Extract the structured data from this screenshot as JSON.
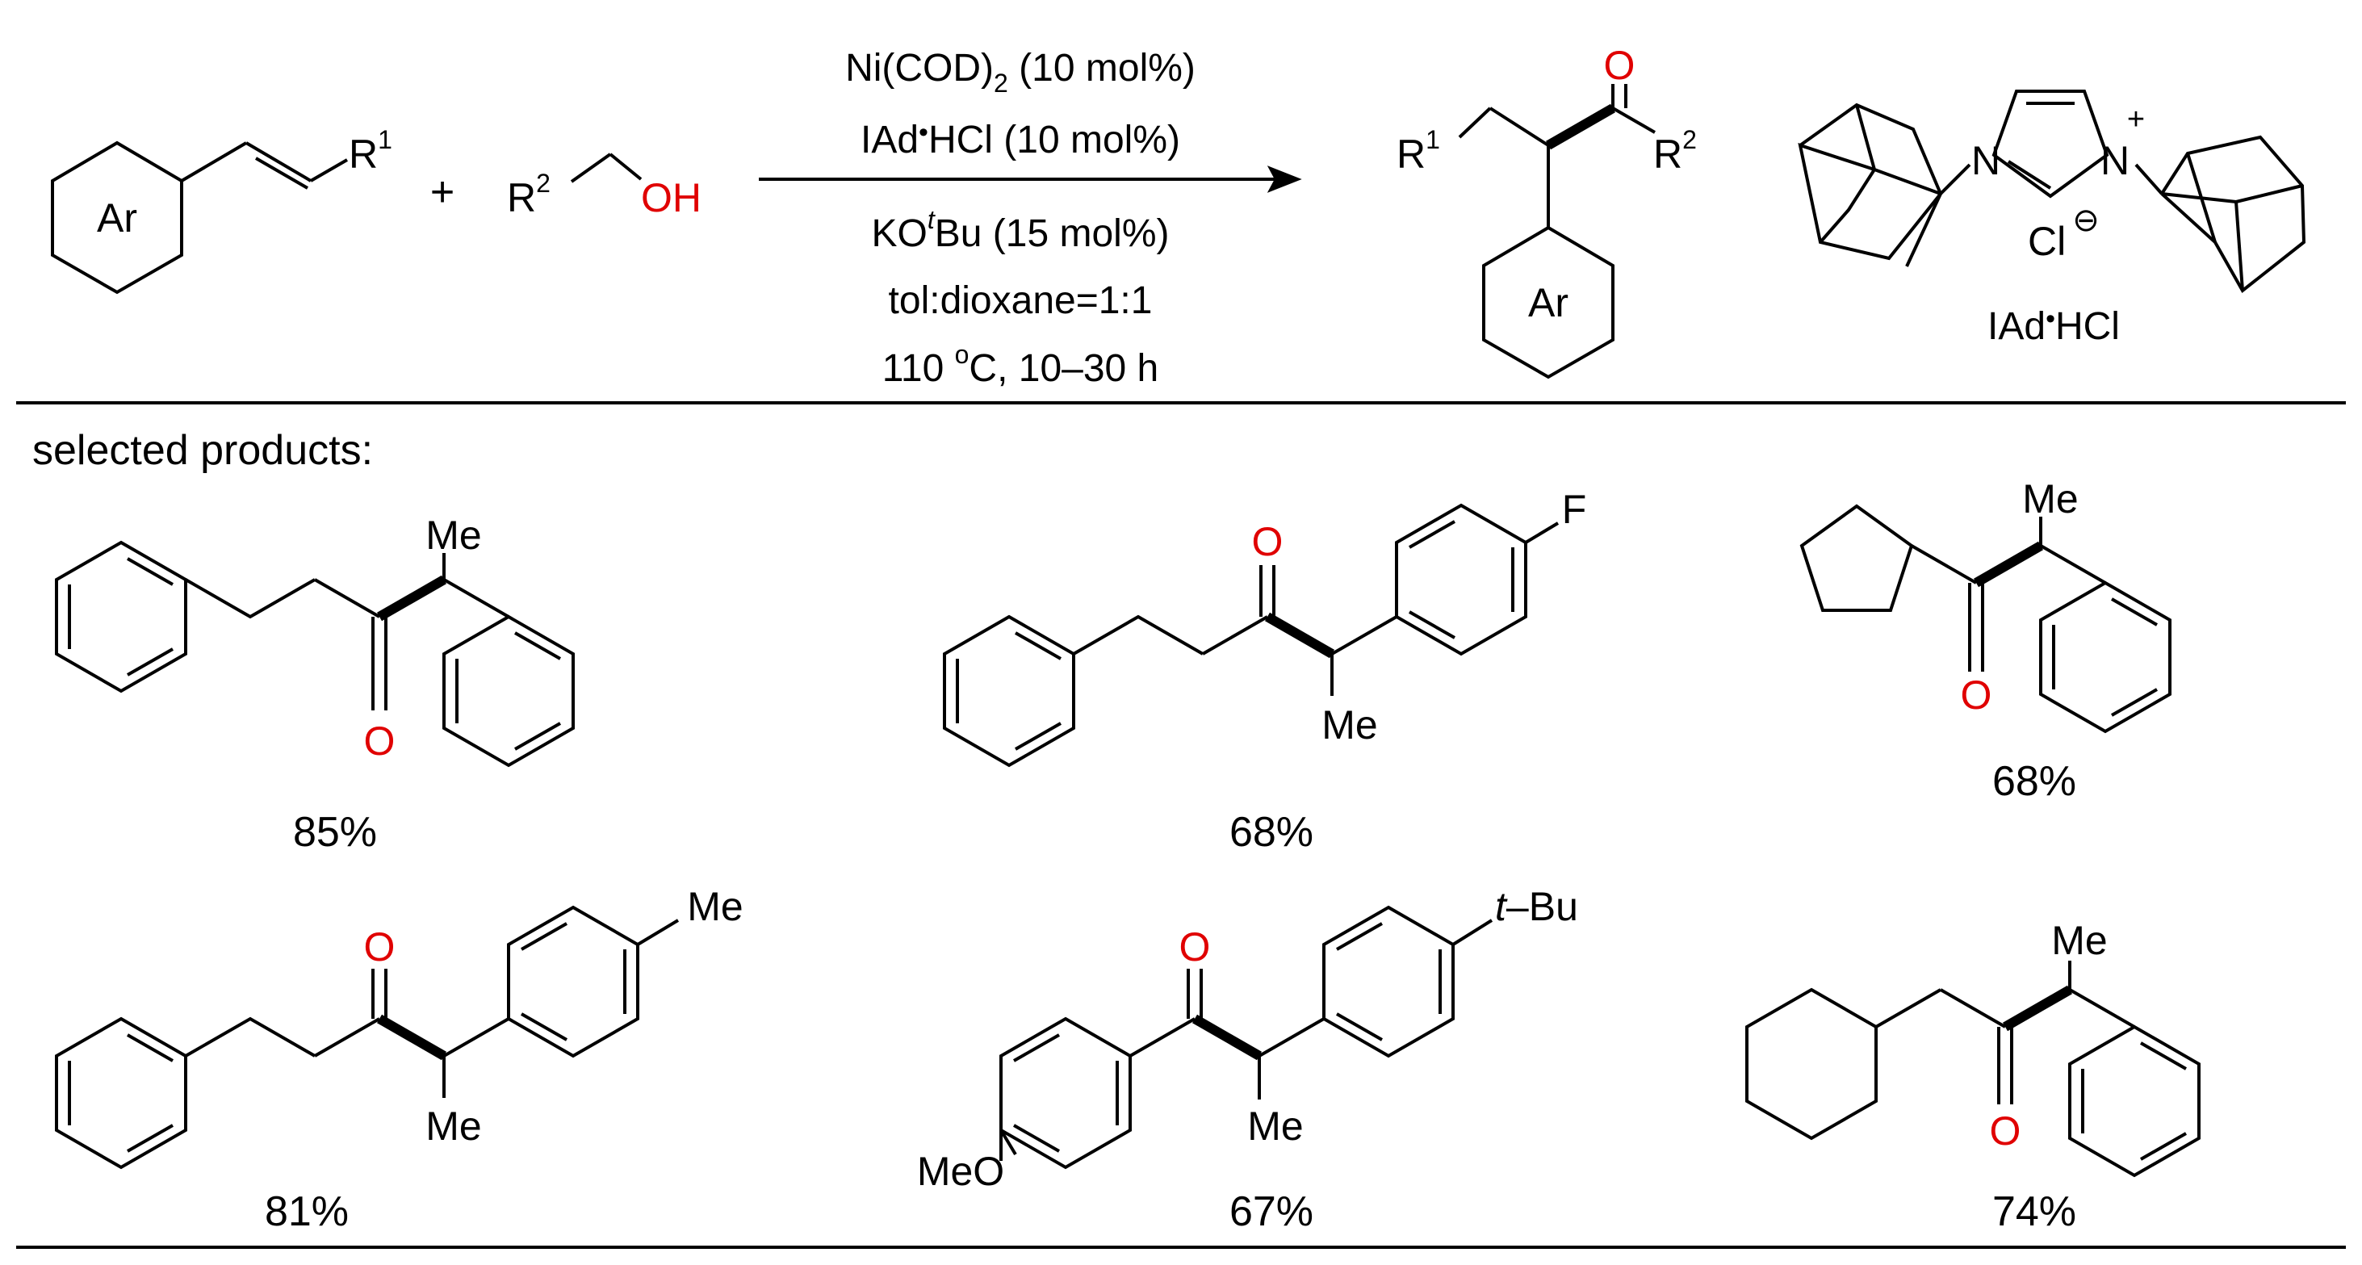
{
  "reaction": {
    "alkene_ring_label": "Ar",
    "alkene_r": "R",
    "alkene_r_sup": "1",
    "plus": "+",
    "alcohol_r": "R",
    "alcohol_r_sup": "2",
    "alcohol_oh": "OH",
    "conditions": {
      "line1_main": "Ni(COD)",
      "line1_sub": "2",
      "line1_tail": " (10 mol%)",
      "line2_a": "IAd",
      "line2_dot": "•",
      "line2_b": "HCl (10 mol%)",
      "line3_a": "KO",
      "line3_sup": "t",
      "line3_b": "Bu (15 mol%)",
      "line4": "tol:dioxane=1:1",
      "line5_a": "110 ",
      "line5_sup": "o",
      "line5_b": "C, 10–30 h"
    },
    "product_r1": "R",
    "product_r1_sup": "1",
    "product_r2": "R",
    "product_r2_sup": "2",
    "product_o": "O",
    "product_ring_label": "Ar"
  },
  "ligand": {
    "n_left": "N",
    "n_right": "N",
    "plus": "+",
    "cl": "Cl",
    "minus": "⊖",
    "caption_a": "IAd",
    "caption_dot": "•",
    "caption_b": "HCl"
  },
  "section_label": "selected products:",
  "products": [
    {
      "yield": "85%",
      "o": "O",
      "subst": "Me"
    },
    {
      "yield": "68%",
      "o": "O",
      "subst": "Me",
      "para": "F"
    },
    {
      "yield": "68%",
      "o": "O",
      "subst": "Me"
    },
    {
      "yield": "81%",
      "o": "O",
      "subst": "Me",
      "para": "Me"
    },
    {
      "yield": "67%",
      "o": "O",
      "subst": "Me",
      "para_a": "t",
      "para_b": "–Bu",
      "ome": "MeO"
    },
    {
      "yield": "74%",
      "o": "O",
      "subst": "Me"
    }
  ]
}
